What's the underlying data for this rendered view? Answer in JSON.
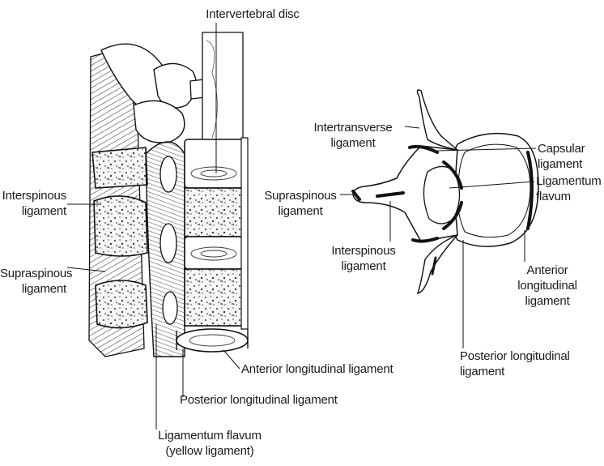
{
  "lateral_view": {
    "intervertebral_disc": "Intervertebral disc",
    "interspinous_ligament": [
      "Interspinous",
      "ligament"
    ],
    "supraspinous_ligament": [
      "Supraspinous",
      "ligament"
    ],
    "anterior_longitudinal_ligament": "Anterior longitudinal ligament",
    "posterior_longitudinal_ligament": "Posterior longitudinal ligament",
    "ligamentum_flavum": [
      "Ligamentum flavum",
      "(yellow ligament)"
    ]
  },
  "axial_view": {
    "intertransverse_ligament": [
      "Intertransverse",
      "ligament"
    ],
    "capsular_ligament": [
      "Capsular",
      "ligament"
    ],
    "ligamentum_flavum": [
      "Ligamentum",
      "flavum"
    ],
    "supraspinous_ligament": [
      "Supraspinous",
      "ligament"
    ],
    "interspinous_ligament": [
      "Interspinous",
      "ligament"
    ],
    "anterior_longitudinal_ligament": [
      "Anterior",
      "longitudinal",
      "ligament"
    ],
    "posterior_longitudinal_ligament": [
      "Posterior longitudinal",
      "ligament"
    ]
  }
}
